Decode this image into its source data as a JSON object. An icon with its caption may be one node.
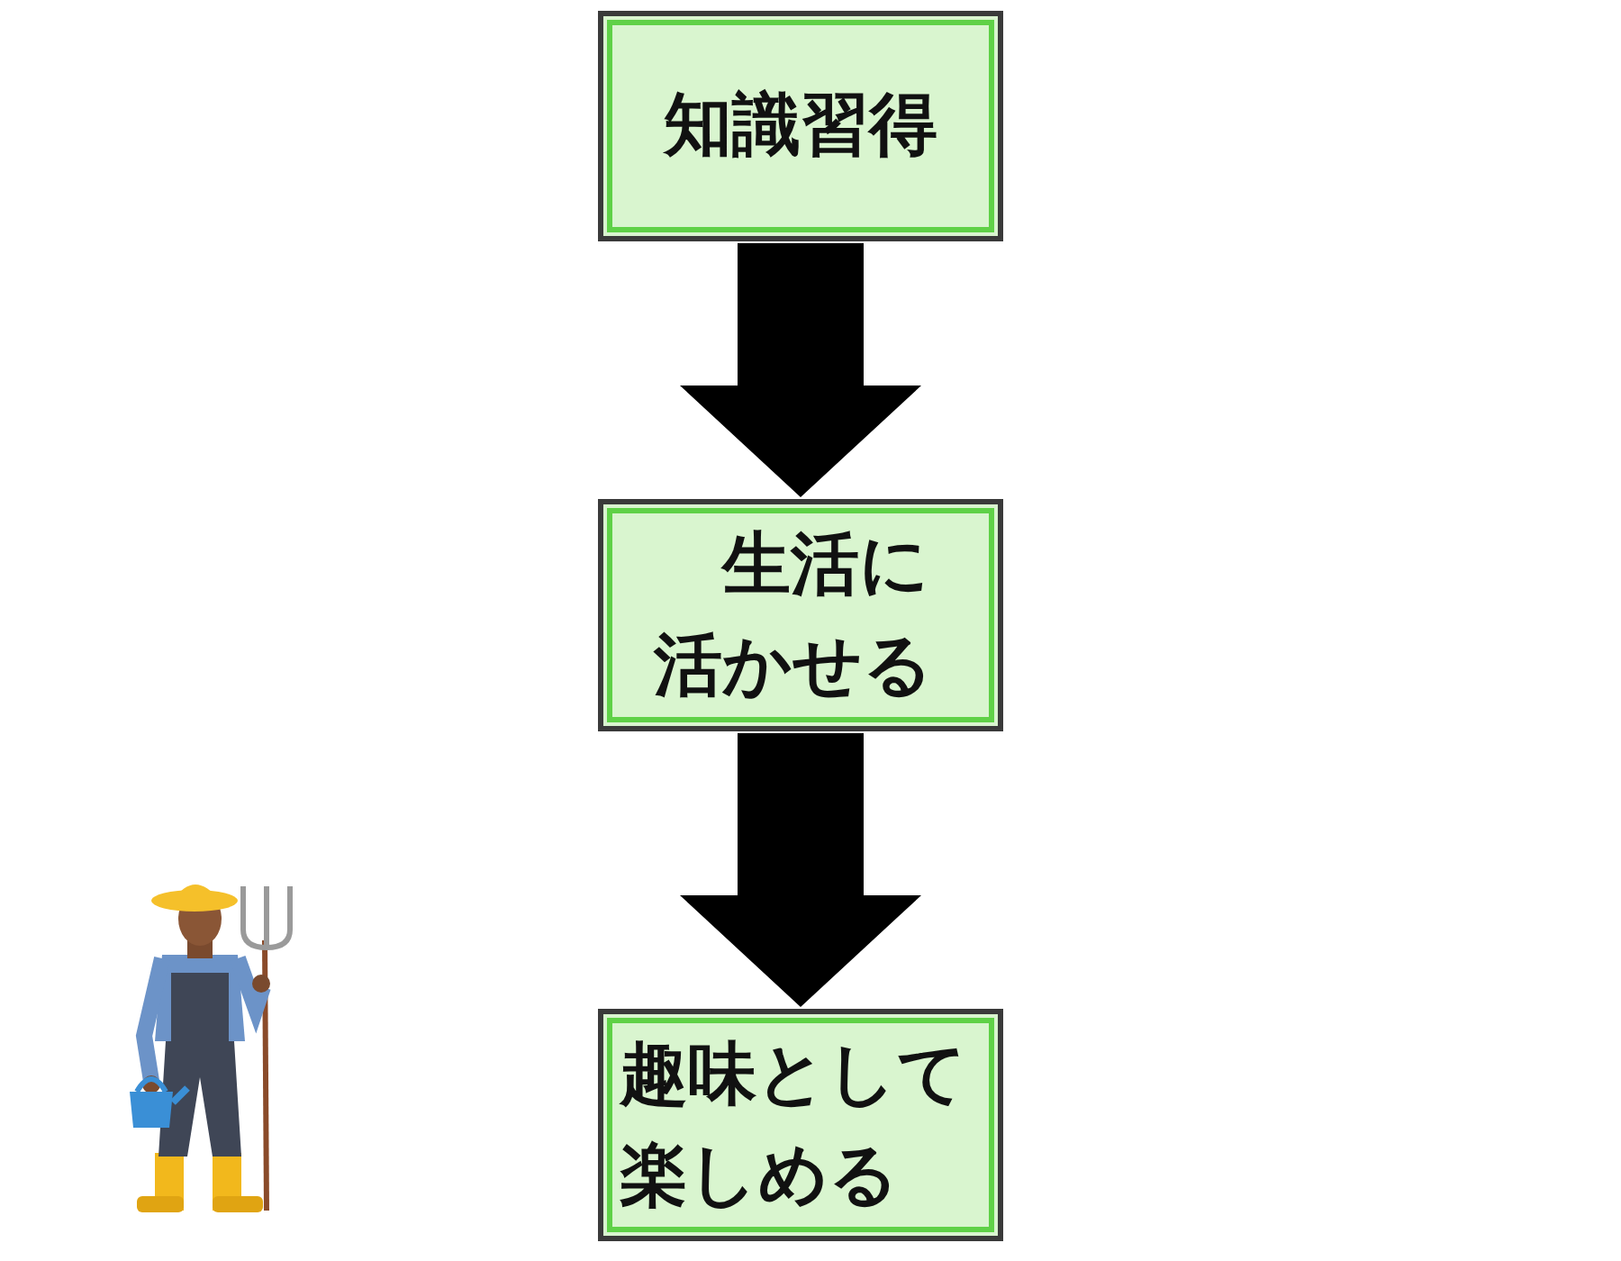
{
  "diagram": {
    "nodes": [
      {
        "text": [
          "知識習得"
        ]
      },
      {
        "text": [
          "生活に活かせる"
        ]
      },
      {
        "text": [
          "趣味として楽しめる"
        ]
      }
    ],
    "edges": [
      {
        "from": 0,
        "to": 1,
        "arrow": "to"
      },
      {
        "from": 1,
        "to": 2,
        "arrow": "to"
      }
    ]
  }
}
